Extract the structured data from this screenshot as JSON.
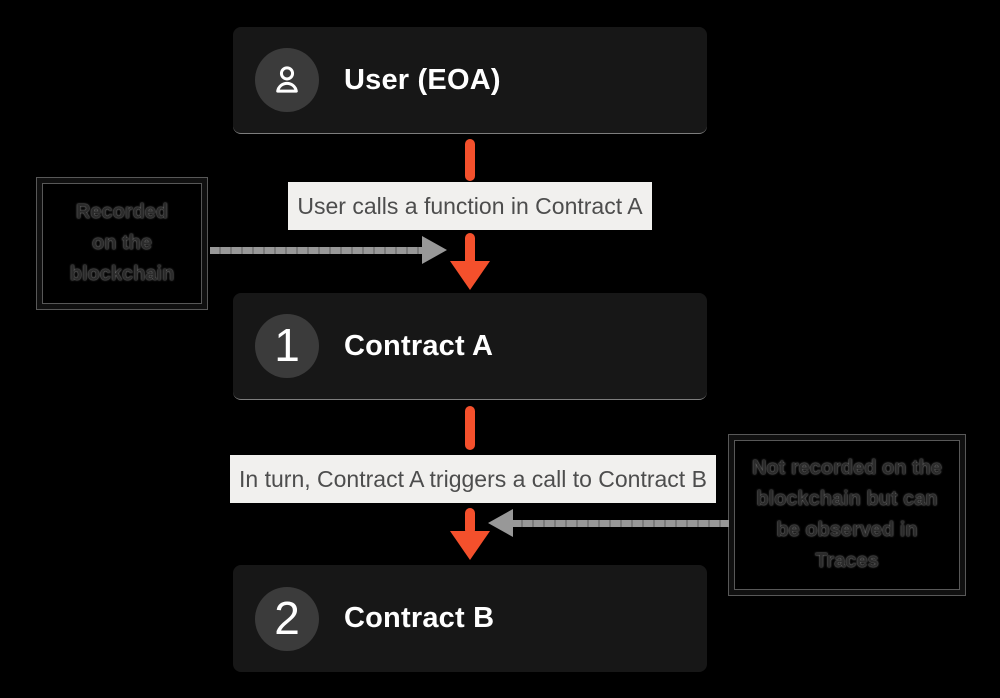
{
  "nodes": [
    {
      "label": "User (EOA)",
      "icon": "user-icon"
    },
    {
      "label": "Contract A",
      "badge": "1"
    },
    {
      "label": "Contract B",
      "badge": "2"
    }
  ],
  "edge_labels": [
    {
      "text": "User calls a function in Contract A"
    },
    {
      "text": "In turn, Contract A triggers a call to Contract B"
    }
  ],
  "notes": [
    {
      "lines": [
        "Recorded",
        "on the",
        "blockchain"
      ]
    },
    {
      "lines": [
        "Not recorded on the",
        "blockchain but can",
        "be observed in",
        "Traces"
      ]
    }
  ],
  "colors": {
    "arrow_accent": "#F4502C",
    "arrow_gray": "#989898",
    "node_background": "#171717",
    "badge_background": "#3B3B3B",
    "node_text": "#FFFFFF",
    "edge_label_background": "#F1F0EE",
    "edge_label_text": "#4D4D4D",
    "note_text": "#2B2B2B",
    "page_background": "#000000"
  }
}
